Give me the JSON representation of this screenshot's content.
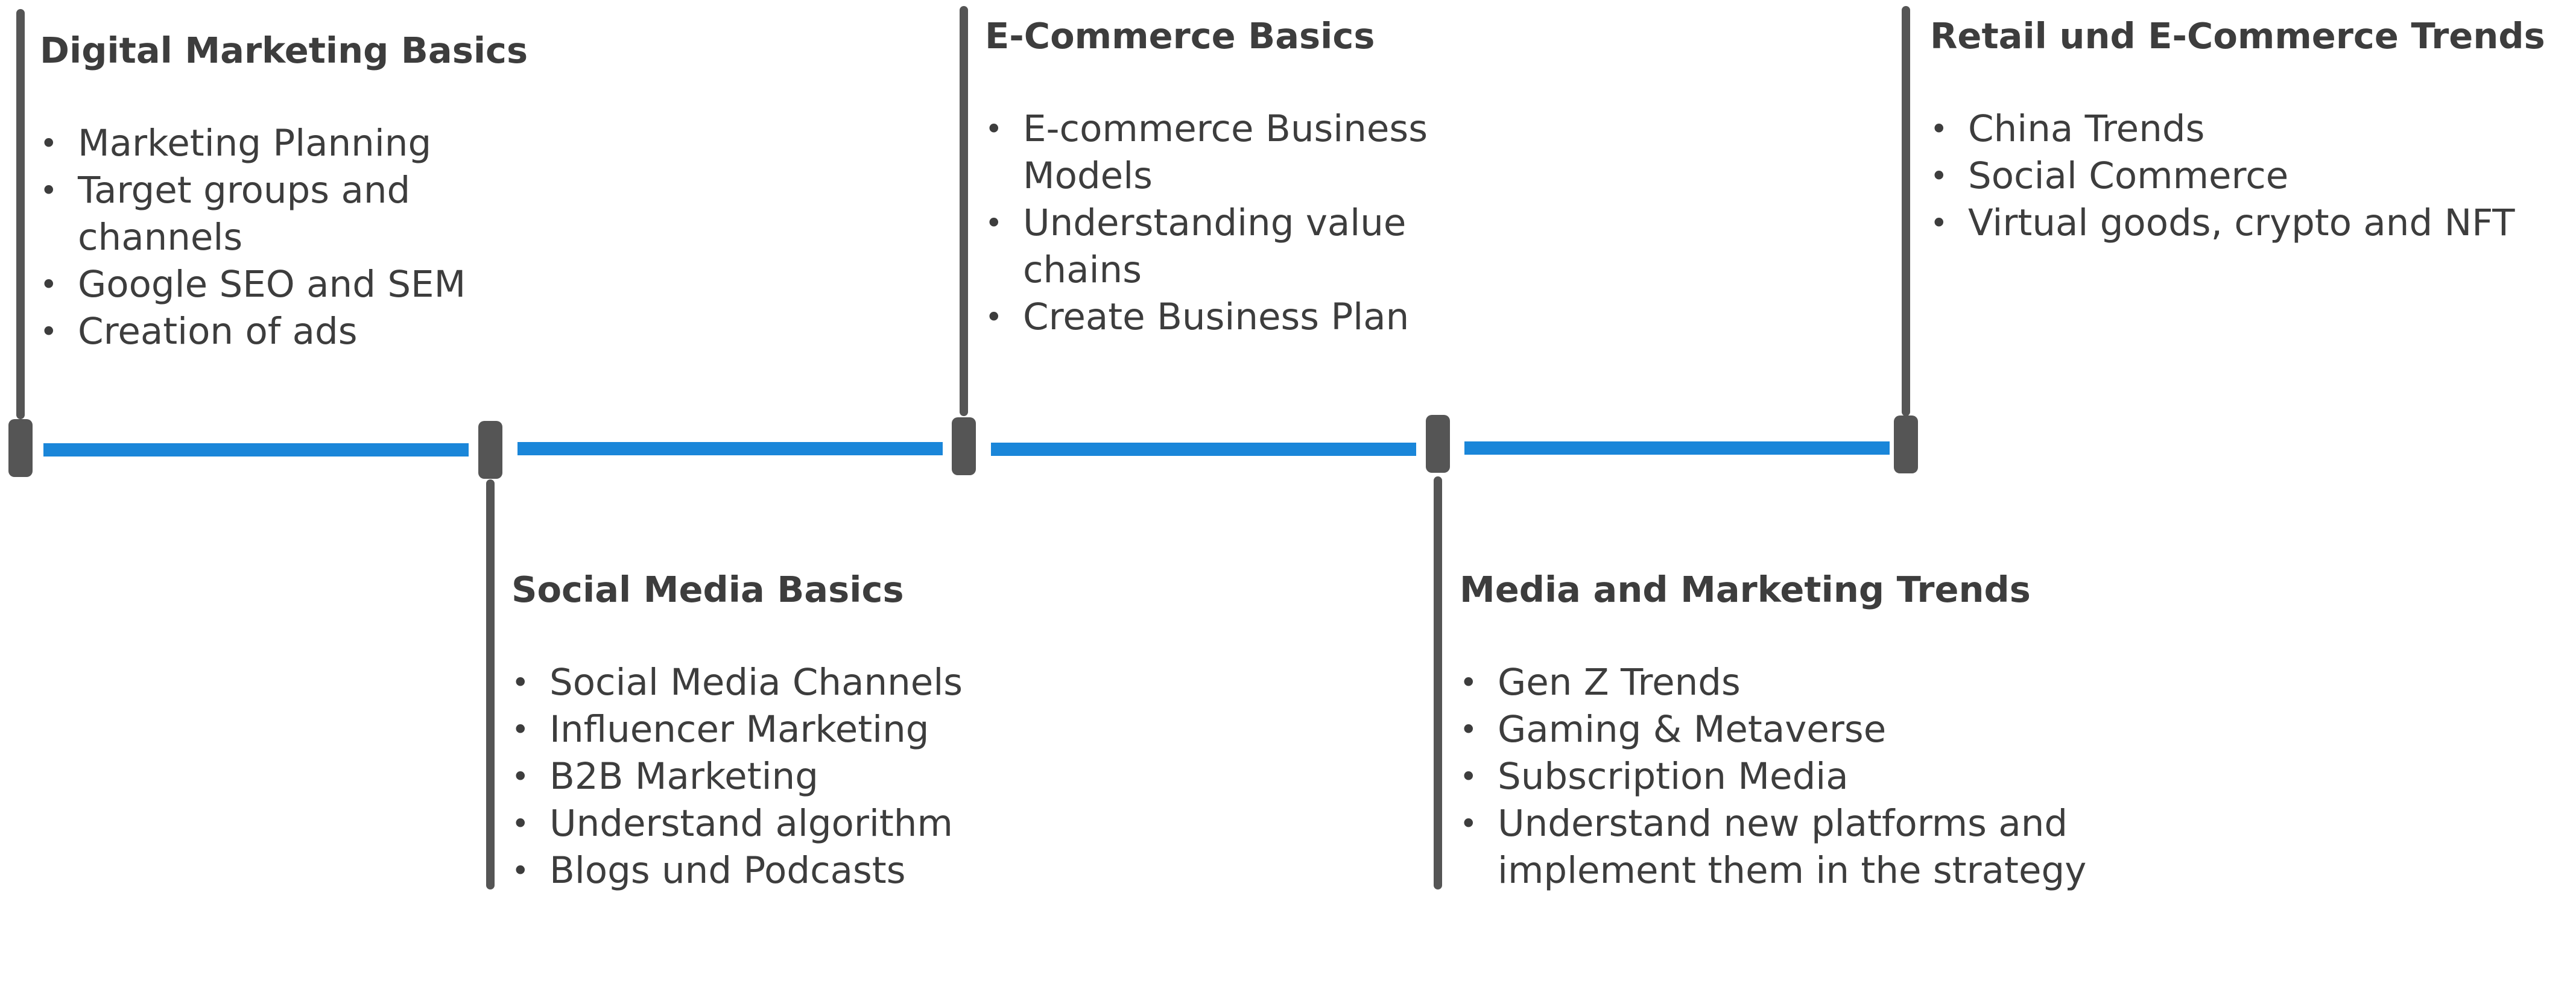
{
  "milestones": [
    {
      "title": "Digital Marketing Basics",
      "items": [
        "Marketing Planning",
        "Target groups and channels",
        "Google SEO and SEM",
        "Creation of ads"
      ]
    },
    {
      "title": "Social Media Basics",
      "items": [
        "Social Media Channels",
        "Influencer Marketing",
        "B2B Marketing",
        "Understand algorithm",
        "Blogs und Podcasts"
      ]
    },
    {
      "title": "E-Commerce Basics",
      "items": [
        "E-commerce Business Models",
        "Understanding value chains",
        "Create Business Plan"
      ]
    },
    {
      "title": "Media and Marketing Trends",
      "items": [
        "Gen Z Trends",
        "Gaming & Metaverse",
        "Subscription Media",
        "Understand new platforms and implement them in the strategy"
      ]
    },
    {
      "title": "Retail und E-Commerce Trends",
      "items": [
        "China Trends",
        "Social Commerce",
        "Virtual goods, crypto and NFT"
      ]
    }
  ],
  "colors": {
    "timeline_line": "#1a86d9",
    "node": "#555555",
    "text": "#3d3d3d"
  }
}
